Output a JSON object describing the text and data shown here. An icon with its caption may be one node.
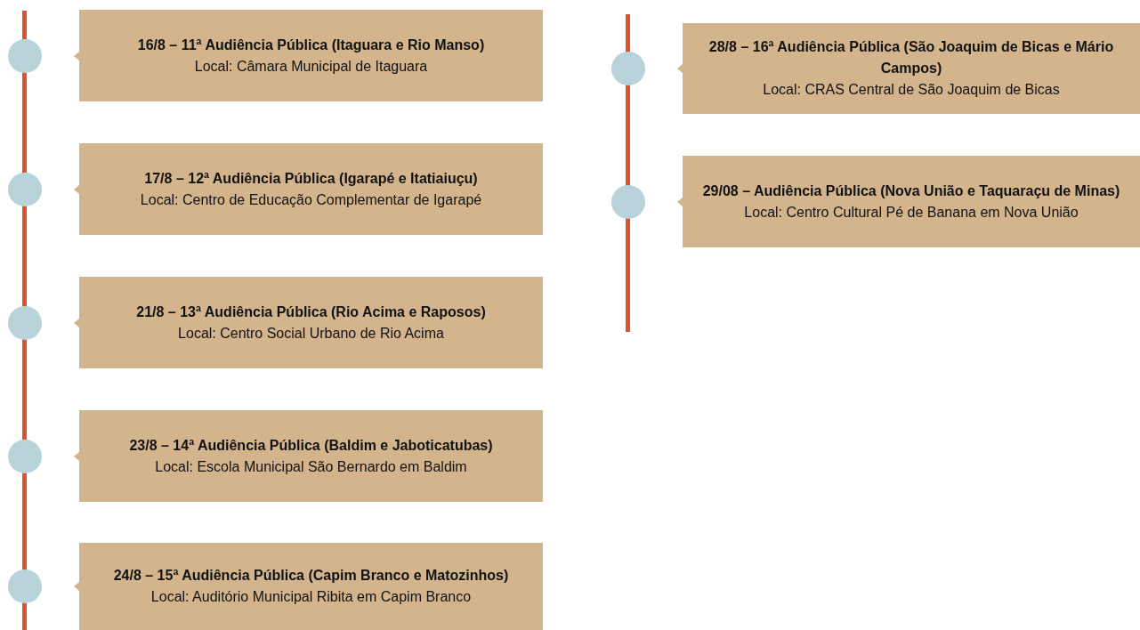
{
  "diagram": {
    "nodes": [
      {
        "text": [
          "16/8 – 11ª Audiência Pública (Itaguara e Rio Manso)",
          "Local: Câmara Municipal de Itaguara"
        ]
      },
      {
        "text": [
          "17/8 – 12ª Audiência Pública (Igarapé e Itatiaiuçu)",
          "Local: Centro de Educação Complementar de Igarapé"
        ]
      },
      {
        "text": [
          "21/8 – 13ª Audiência Pública (Rio Acima e Raposos)",
          "Local: Centro Social Urbano de Rio Acima"
        ]
      },
      {
        "text": [
          "23/8 – 14ª Audiência Pública (Baldim e Jaboticatubas)",
          "Local: Escola Municipal São Bernardo em Baldim"
        ]
      },
      {
        "text": [
          "24/8 – 15ª Audiência Pública (Capim Branco e Matozinhos)",
          "Local: Auditório Municipal Ribita em Capim Branco"
        ]
      },
      {
        "text": [
          "28/8 – 16ª Audiência Pública (São Joaquim de Bicas e Mário Campos)",
          "Local: CRAS Central de São Joaquim de Bicas"
        ]
      },
      {
        "text": [
          "29/08 – Audiência Pública (Nova União e Taquaraçu de Minas)",
          "Local: Centro Cultural Pé de Banana em Nova União"
        ]
      }
    ]
  }
}
